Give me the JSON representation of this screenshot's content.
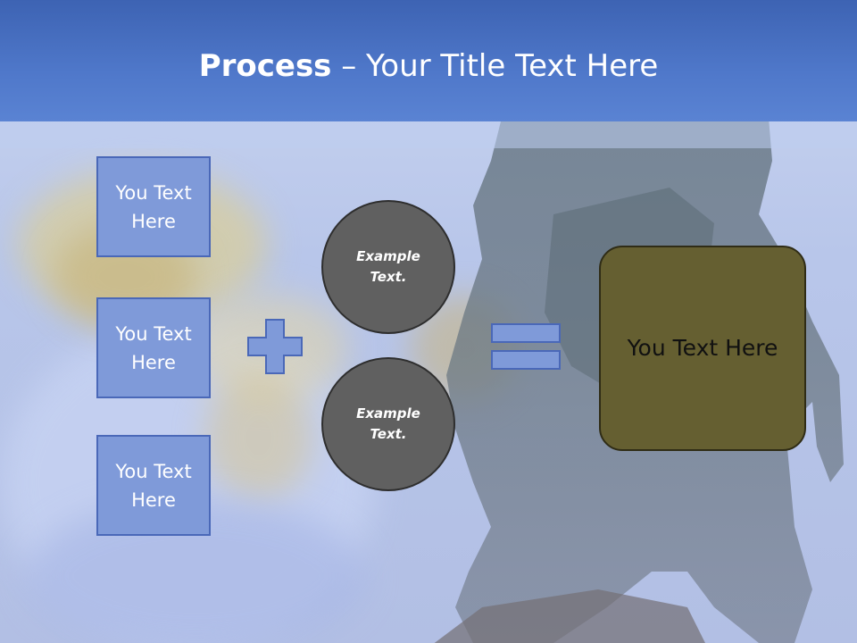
{
  "title": {
    "bold": "Process",
    "rest": " – Your Title Text Here"
  },
  "left_boxes": [
    {
      "label": "You Text Here"
    },
    {
      "label": "You Text Here"
    },
    {
      "label": "You Text Here"
    }
  ],
  "circles": [
    {
      "label": "Example Text."
    },
    {
      "label": "Example Text."
    }
  ],
  "result": {
    "label": "You Text Here"
  },
  "icons": {
    "plus": "plus-icon",
    "equals": "equals-icon"
  },
  "colors": {
    "header": "#4f78ca",
    "box_fill": "#7f9ad9",
    "circle_fill": "#606060",
    "result_fill": "#655f31"
  }
}
